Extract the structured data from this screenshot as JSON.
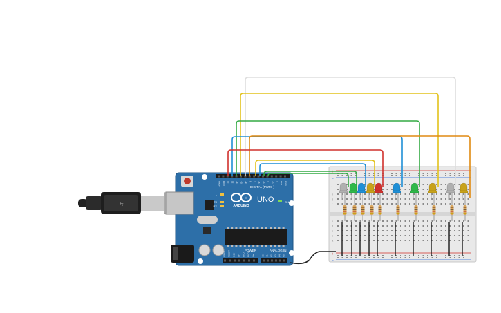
{
  "board": {
    "name": "UNO",
    "brand": "ARDUINO",
    "header_digital": "DIGITAL (PWM~)",
    "header_power": "POWER",
    "header_analog": "ANALOG IN",
    "label_on": "ON",
    "label_l": "L",
    "label_tx": "TX",
    "label_rx": "RX",
    "label_aref": "AREF",
    "label_gnd": "GND",
    "digital_pins": [
      "13",
      "12",
      "~11",
      "~10",
      "~9",
      "8",
      "7",
      "~6",
      "~5",
      "4",
      "~3",
      "2",
      "TX 1",
      "RX 0"
    ],
    "power_pins": [
      "IOREF",
      "RESET",
      "3.3V",
      "5V",
      "GND",
      "GND",
      "Vin"
    ],
    "analog_pins": [
      "A0",
      "A1",
      "A2",
      "A3",
      "A4",
      "A5"
    ]
  },
  "breadboard": {
    "rail_plus": "+",
    "rail_minus": "−",
    "row_letters_top": [
      "j",
      "i",
      "h",
      "g",
      "f"
    ],
    "row_letters_bottom": [
      "e",
      "d",
      "c",
      "b",
      "a"
    ]
  },
  "leds": [
    {
      "id": "led-1",
      "color": "#b0b0b0"
    },
    {
      "id": "led-2",
      "color": "#2fb84a"
    },
    {
      "id": "led-3",
      "color": "#1f8fd6"
    },
    {
      "id": "led-4",
      "color": "#c8a21a"
    },
    {
      "id": "led-5",
      "color": "#d0312d"
    },
    {
      "id": "led-6",
      "color": "#1f8fd6"
    },
    {
      "id": "led-7",
      "color": "#2fb84a"
    },
    {
      "id": "led-8",
      "color": "#c8a21a"
    },
    {
      "id": "led-9",
      "color": "#b0b0b0"
    },
    {
      "id": "led-10",
      "color": "#c8a21a"
    }
  ],
  "colors": {
    "board": "#2d6fa8",
    "board_edge": "#1f5484",
    "breadboard": "#e9e9e9",
    "wire_red": "#d0312d",
    "wire_green": "#33aa44",
    "wire_blue": "#1f8fd6",
    "wire_yellow": "#e2c21c",
    "wire_orange": "#e08a12",
    "wire_white": "#dddddd"
  }
}
